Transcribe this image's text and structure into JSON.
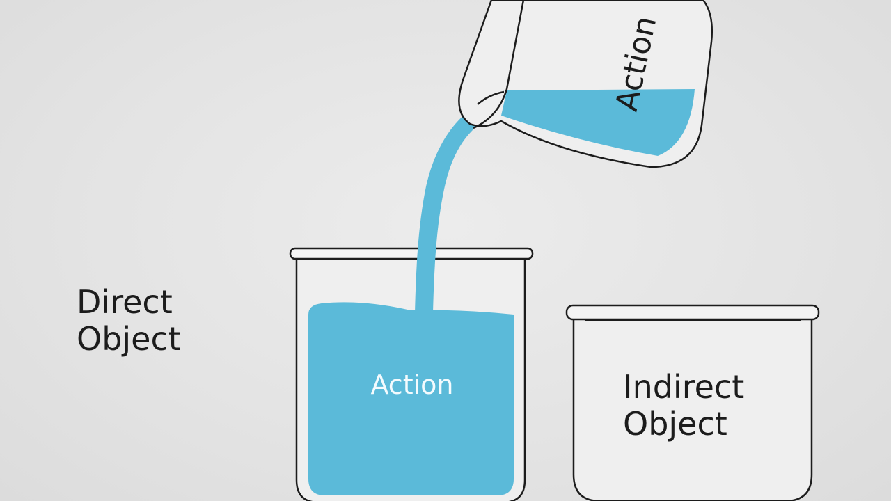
{
  "labels": {
    "pitcher": "Action",
    "beaker_liquid": "Action",
    "direct_object_line1": "Direct",
    "direct_object_line2": "Object",
    "indirect_object_line1": "Indirect",
    "indirect_object_line2": "Object"
  },
  "colors": {
    "background": "#e4e4e4",
    "liquid": "#5bbad9",
    "outline": "#1c1c1c",
    "glass": "#efefef",
    "text_dark": "#1c1c1c",
    "text_light": "#f4fbfe"
  }
}
